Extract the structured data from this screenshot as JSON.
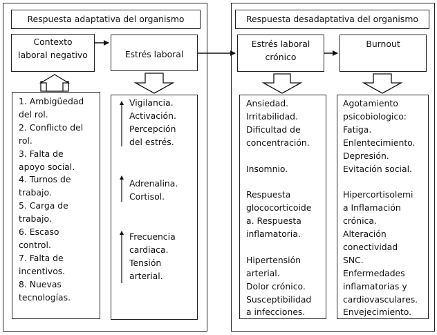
{
  "left_panel": {
    "title": "Respuesta adaptativa del organismo",
    "context_box": [
      "Contexto",
      "laboral negativo"
    ],
    "stress_box": "Estrés laboral",
    "causes": [
      "1. Ambigüedad",
      "del rol.",
      "2. Conflicto del",
      "rol.",
      "3. Falta de",
      "apoyo social.",
      "4. Turnos de",
      "trabajo.",
      "5. Carga de",
      "trabajo.",
      "6. Escaso",
      "control.",
      "7. Falta de",
      "incentivos.",
      "8. Nuevas",
      "tecnologías."
    ],
    "responses": {
      "group1": [
        "Vigilancia.",
        "Activación.",
        "Percepción",
        "del estrés."
      ],
      "group2": [
        "Adrenalina.",
        "Cortisol."
      ],
      "group3": [
        "Frecuencia",
        "cardiaca.",
        "Tensión",
        "arterial."
      ]
    }
  },
  "right_panel": {
    "title": "Respuesta desadaptativa del organismo",
    "chronic_box": [
      "Estrés laboral",
      "crónico"
    ],
    "burnout_box": "Burnout",
    "chronic_effects": [
      "Ansiedad.",
      "Irritabilidad.",
      "Dificultad de",
      "concentración.",
      "",
      "Insomnio.",
      "",
      "Respuesta",
      "glococorticoide",
      "a.   Respuesta",
      "inflamatoria.",
      "",
      "Hipertensión",
      "arterial.",
      "Dolor crónico.",
      "Susceptibilidad",
      "a infecciones."
    ],
    "burnout_effects": [
      "Agotamiento",
      "psicobiologico:",
      "Fatiga.",
      "Enlentecimiento.",
      "Depresión.",
      "Evitación social.",
      "",
      "Hipercortisolemi",
      "a Inflamación",
      "crónica.",
      "Alteración",
      "conectividad",
      "SNC.",
      "Enfermedades",
      "inflamatorias y",
      "cardiovasculares.",
      "Envejecimiento."
    ]
  }
}
